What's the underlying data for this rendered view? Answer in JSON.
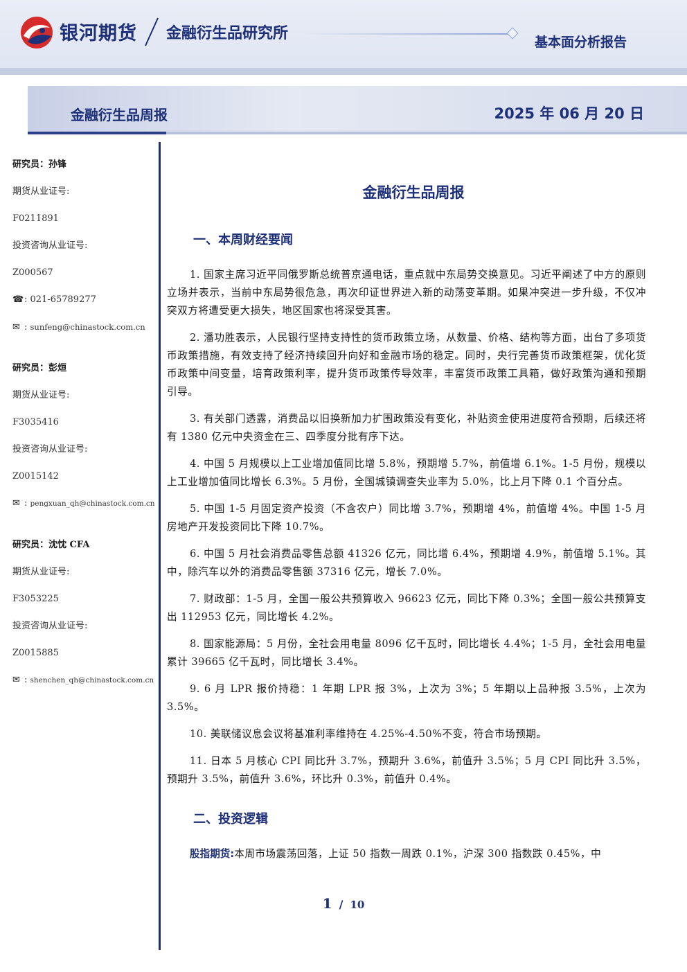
{
  "header": {
    "company": "银河期货",
    "department": "金融衍生品研究所",
    "report_type": "基本面分析报告",
    "colors": {
      "brand_blue": "#1d2f78",
      "logo_red": "#d62b2b"
    }
  },
  "banner": {
    "title": "金融衍生品周报",
    "date": "2025 年 06 月 20 日"
  },
  "sidebar": {
    "researchers": [
      {
        "name": "研究员：孙锋",
        "futures_label": "期货从业证号:",
        "futures_id": "F0211891",
        "invest_label": "投资咨询从业证号:",
        "invest_id": "Z000567",
        "phone": "021-65789277",
        "email": "sunfeng@chinastock.com.cn"
      },
      {
        "name": "研究员：彭烜",
        "futures_label": "期货从业证号:",
        "futures_id": "F3035416",
        "invest_label": "投资咨询从业证号:",
        "invest_id": "Z0015142",
        "email": "pengxuan_qh@chinastock.com.cn"
      },
      {
        "name": "研究员：沈忱  CFA",
        "futures_label": "期货从业证号:",
        "futures_id": "F3053225",
        "invest_label": "投资咨询从业证号:",
        "invest_id": "Z0015885",
        "email": "shenchen_qh@chinastock.com.cn"
      }
    ]
  },
  "main": {
    "title": "金融衍生品周报",
    "section1": {
      "heading": "一、本周财经要闻",
      "items": [
        "1. 国家主席习近平同俄罗斯总统普京通电话，重点就中东局势交换意见。习近平阐述了中方的原则立场并表示，当前中东局势很危急，再次印证世界进入新的动荡变革期。如果冲突进一步升级，不仅冲突双方将遭受更大损失，地区国家也将深受其害。",
        "2. 潘功胜表示，人民银行坚持支持性的货币政策立场，从数量、价格、结构等方面，出台了多项货币政策措施，有效支持了经济持续回升向好和金融市场的稳定。同时，央行完善货币政策框架，优化货币政策中间变量，培育政策利率，提升货币政策传导效率，丰富货币政策工具箱，做好政策沟通和预期引导。",
        "3. 有关部门透露，消费品以旧换新加力扩围政策没有变化，补贴资金使用进度符合预期，后续还将有 1380 亿元中央资金在三、四季度分批有序下达。",
        "4. 中国 5 月规模以上工业增加值同比增 5.8%，预期增 5.7%，前值增 6.1%。1-5 月份，规模以上工业增加值同比增长 6.3%。5 月份，全国城镇调查失业率为 5.0%，比上月下降 0.1 个百分点。",
        "5. 中国 1-5 月固定资产投资（不含农户）同比增 3.7%，预期增 4%，前值增 4%。中国 1-5 月房地产开发投资同比下降 10.7%。",
        "6. 中国 5 月社会消费品零售总额 41326 亿元，同比增 6.4%，预期增 4.9%，前值增 5.1%。其中，除汽车以外的消费品零售额 37316 亿元，增长 7.0%。",
        "7. 财政部：1-5 月，全国一般公共预算收入 96623 亿元，同比下降 0.3%；全国一般公共预算支出 112953 亿元，同比增长 4.2%。",
        "8. 国家能源局：5 月份，全社会用电量 8096 亿千瓦时，同比增长 4.4%；1-5 月，全社会用电量累计 39665 亿千瓦时，同比增长 3.4%。",
        "9. 6 月 LPR 报价持稳：1 年期 LPR 报 3%，上次为 3%；5 年期以上品种报 3.5%，上次为 3.5%。",
        "10. 美联储议息会议将基准利率维持在 4.25%-4.50%不变，符合市场预期。",
        "11. 日本 5 月核心 CPI 同比升 3.7%，预期升 3.6%，前值升 3.5%；5 月 CPI 同比升 3.5%，预期升 3.5%，前值升 3.6%，环比升 0.3%，前值升 0.4%。"
      ]
    },
    "section2": {
      "heading": "二、投资逻辑",
      "label": "股指期货:",
      "text": "本周市场震荡回落，上证 50 指数一周跌 0.1%，沪深 300 指数跌 0.45%，中"
    }
  },
  "footer": {
    "page": "1",
    "separator": "/",
    "total": "10"
  }
}
